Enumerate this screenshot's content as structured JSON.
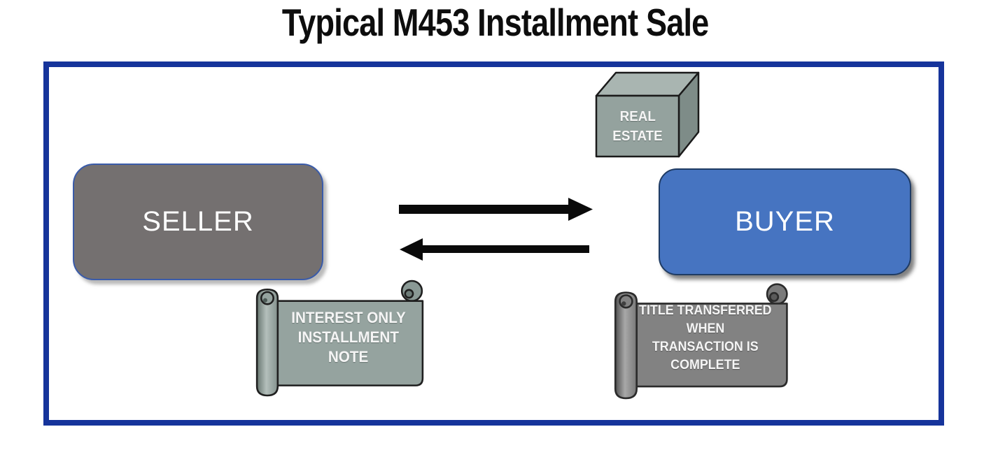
{
  "title": "Typical M453 Installment Sale",
  "seller": {
    "label": "SELLER"
  },
  "buyer": {
    "label": "BUYER"
  },
  "real_estate_box": {
    "lines": [
      "REAL",
      "ESTATE"
    ]
  },
  "installment_note_scroll": {
    "lines": [
      "INTEREST ONLY",
      "INSTALLMENT",
      "NOTE"
    ]
  },
  "title_transfer_scroll": {
    "lines": [
      "TITLE TRANSFERRED",
      "WHEN",
      "TRANSACTION IS",
      "COMPLETE"
    ]
  },
  "arrows": {
    "top_arrow_direction": "seller-to-buyer",
    "bottom_arrow_direction": "buyer-to-seller"
  },
  "colors": {
    "frame": "#16349b",
    "seller": "#747070",
    "buyer": "#4674c1",
    "cube": "#94a29e",
    "note-scroll": "#95a39f",
    "title-scroll": "#828282",
    "arrow": "#0a0a0a",
    "label-text": "#ffffff"
  }
}
